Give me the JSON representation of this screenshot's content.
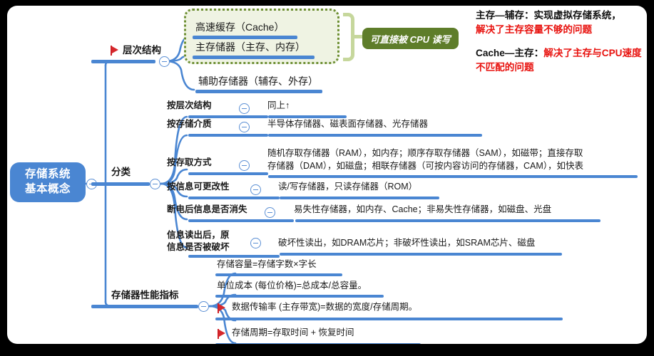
{
  "colors": {
    "root_fill": "#4a86d2",
    "branch_line": "#4a86d2",
    "group_border": "#6d8f33",
    "group_fill": "#eff3e3",
    "callout_fill": "#5e7d2a",
    "bracket": "#c6d79c",
    "flag": "#d6282c",
    "note_red": "#e8120e",
    "frame": "#000000"
  },
  "root": {
    "line1": "存储系统",
    "line2": "基本概念"
  },
  "branches": {
    "hierarchy": {
      "label": "层次结构",
      "flag": true,
      "children": [
        {
          "label": "高速缓存（Cache）",
          "in_group": true
        },
        {
          "label": "主存储器（主存、内存）",
          "in_group": true
        },
        {
          "label": "辅助存储器（辅存、外存）",
          "in_group": false
        }
      ],
      "callout": "可直接被 CPU 读写"
    },
    "classification": {
      "label": "分类",
      "rows": [
        {
          "key": "按层次结构",
          "value": "同上↑"
        },
        {
          "key": "按存储介质",
          "value": "半导体存储器、磁表面存储器、光存储器"
        },
        {
          "key": "按存取方式",
          "value_line1": "随机存取存储器（RAM），如内存；顺序存取存储器（SAM），如磁带；直接存取",
          "value_line2": "存储器（DAM），如磁盘；相联存储器（可按内容访问的存储器，CAM），如快表"
        },
        {
          "key": "按信息可更改性",
          "value": "读/写存储器，只读存储器（ROM）"
        },
        {
          "key": "断电后信息是否消失",
          "value": "易失性存储器，如内存、Cache；非易失性存储器，如磁盘、光盘"
        },
        {
          "key_line1": "信息读出后，原",
          "key_line2": "信息是否被破坏",
          "value": "破坏性读出，如DRAM芯片；非破坏性读出，如SRAM芯片、磁盘"
        }
      ]
    },
    "performance": {
      "label": "存储器性能指标",
      "items": [
        {
          "text": "存储容量=存储字数×字长",
          "flag": false
        },
        {
          "text": "单位成本 (每位价格)=总成本/总容量。",
          "flag": false
        },
        {
          "text": "数据传输率 (主存带宽)=数据的宽度/存储周期。",
          "flag": true
        },
        {
          "text": "存储周期=存取时间 + 恢复时间",
          "flag": true
        }
      ]
    }
  },
  "notes": [
    {
      "plain": "主存—辅存：实现虚拟存储系统，",
      "red": "解决了主存容量不够的问题"
    },
    {
      "plain": "Cache—主存：",
      "red": "解决了主存与CPU速度不匹配的问题"
    }
  ]
}
